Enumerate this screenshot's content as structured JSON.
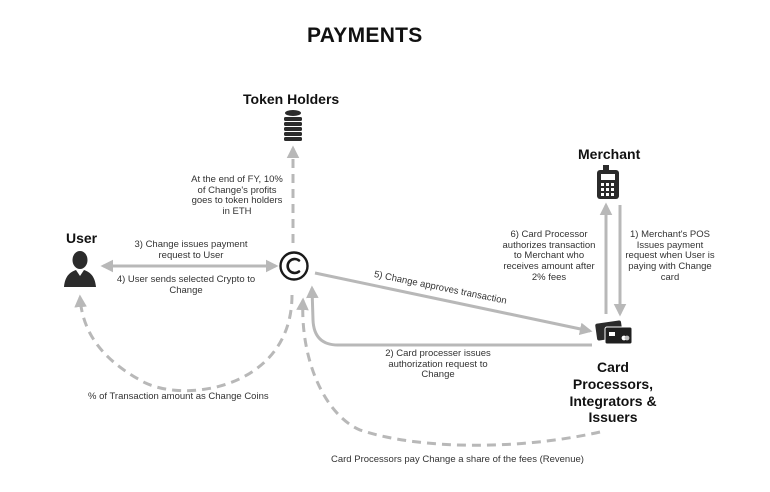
{
  "title": "PAYMENTS",
  "nodes": {
    "token_holders": "Token Holders",
    "merchant": "Merchant",
    "user": "User",
    "card_processors_lines": [
      "Card",
      "Processors,",
      "Integrators &",
      "Issuers"
    ],
    "change_symbol": "C"
  },
  "edges": {
    "fy_profit_lines": [
      "At the end of FY, 10%",
      "of Change's profits",
      "goes to token holders",
      "in ETH"
    ],
    "step3_lines": [
      "3) Change issues payment",
      "request to User"
    ],
    "step4_lines": [
      "4) User sends selected Crypto to",
      "Change"
    ],
    "step5": "5) Change approves transaction",
    "step6_lines": [
      "6) Card Processor",
      "authorizes transaction",
      "to Merchant who",
      "receives amount after",
      "2% fees"
    ],
    "step1_lines": [
      "1) Merchant's POS",
      "Issues payment",
      "request when User is",
      "paying with Change",
      "card"
    ],
    "step2_lines": [
      "2) Card processer issues",
      "authorization request to",
      "Change"
    ],
    "coins_label": "% of Transaction amount as Change Coins",
    "revenue_label": "Card Processors pay Change a share of the fees (Revenue)"
  },
  "colors": {
    "arrow": "#b8b8b8",
    "icon": "#2b2b2b",
    "text": "#222222"
  }
}
